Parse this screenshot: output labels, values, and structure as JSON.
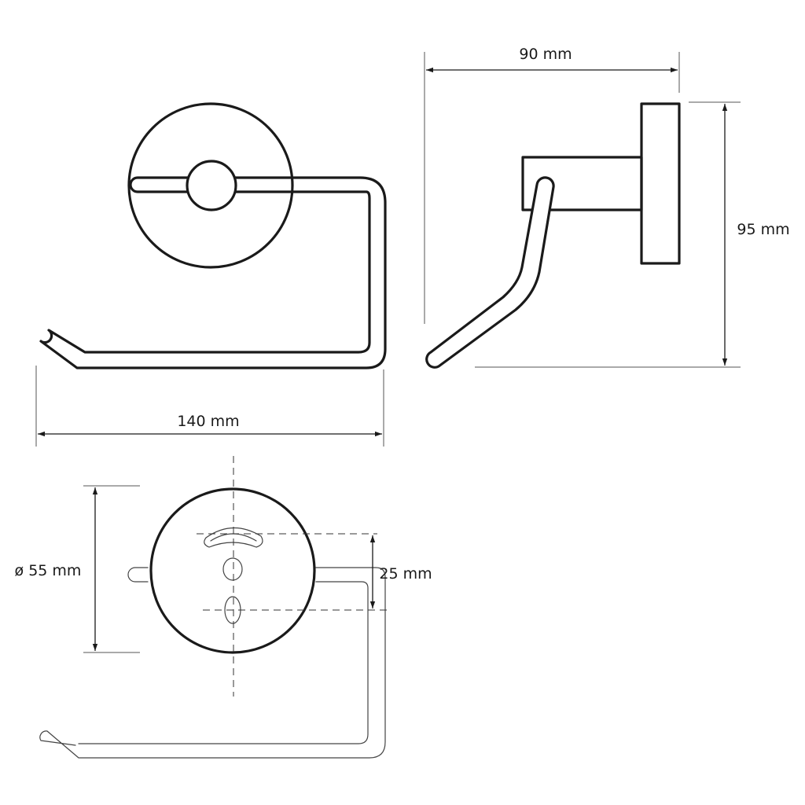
{
  "dimensions": {
    "depth": "90 mm",
    "height": "95 mm",
    "width": "140 mm",
    "diameter": "ø 55 mm",
    "hole_spacing": "25 mm"
  },
  "colors": {
    "line": "#1a1a1a",
    "background": "#ffffff"
  }
}
